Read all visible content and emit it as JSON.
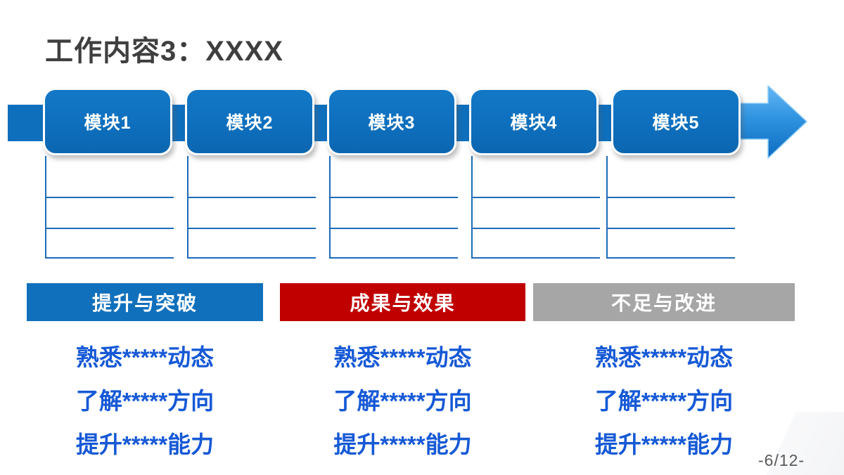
{
  "title": "工作内容3：XXXX",
  "page_number": "-6/12-",
  "process": {
    "modules": [
      {
        "label": "模块1"
      },
      {
        "label": "模块2"
      },
      {
        "label": "模块3"
      },
      {
        "label": "模块4"
      },
      {
        "label": "模块5"
      }
    ],
    "table_rows_per_module": 3,
    "arrow_direction": "right"
  },
  "sections": [
    {
      "label": "提升与突破",
      "color": "#1070bc",
      "items": [
        "熟悉*****动态",
        "了解*****方向",
        "提升*****能力"
      ]
    },
    {
      "label": "成果与效果",
      "color": "#c00000",
      "items": [
        "熟悉*****动态",
        "了解*****方向",
        "提升*****能力"
      ]
    },
    {
      "label": "不足与改进",
      "color": "#a6a6a6",
      "items": [
        "熟悉*****动态",
        "了解*****方向",
        "提升*****能力"
      ]
    }
  ],
  "colors": {
    "module_fill": "#0e6fbd",
    "table_line": "#1c6cb8",
    "body_text": "#1659d6",
    "title_text": "#3f3f3f",
    "page_number": "#595959",
    "arrow_fill_top": "#66b6f4",
    "arrow_fill_bottom": "#0d6cc0"
  }
}
